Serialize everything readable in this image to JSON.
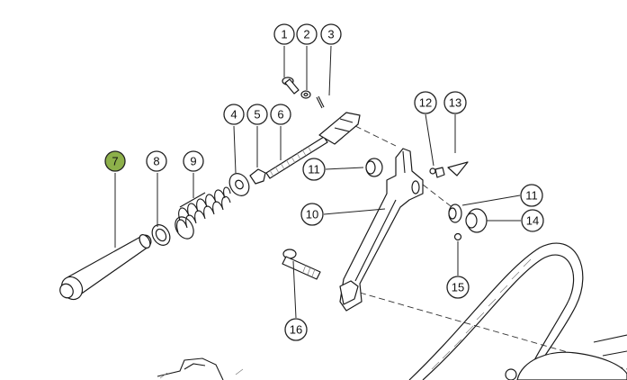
{
  "diagram": {
    "accent_color": "#8db04a",
    "highlighted_callout": "7",
    "callouts": [
      {
        "id": "c1",
        "label": "1"
      },
      {
        "id": "c2",
        "label": "2"
      },
      {
        "id": "c3",
        "label": "3"
      },
      {
        "id": "c4",
        "label": "4"
      },
      {
        "id": "c5",
        "label": "5"
      },
      {
        "id": "c6",
        "label": "6"
      },
      {
        "id": "c7",
        "label": "7"
      },
      {
        "id": "c8",
        "label": "8"
      },
      {
        "id": "c9",
        "label": "9"
      },
      {
        "id": "c10",
        "label": "10"
      },
      {
        "id": "c11a",
        "label": "11"
      },
      {
        "id": "c11b",
        "label": "11"
      },
      {
        "id": "c12",
        "label": "12"
      },
      {
        "id": "c13",
        "label": "13"
      },
      {
        "id": "c14",
        "label": "14"
      },
      {
        "id": "c15",
        "label": "15"
      },
      {
        "id": "c16",
        "label": "16"
      }
    ]
  }
}
